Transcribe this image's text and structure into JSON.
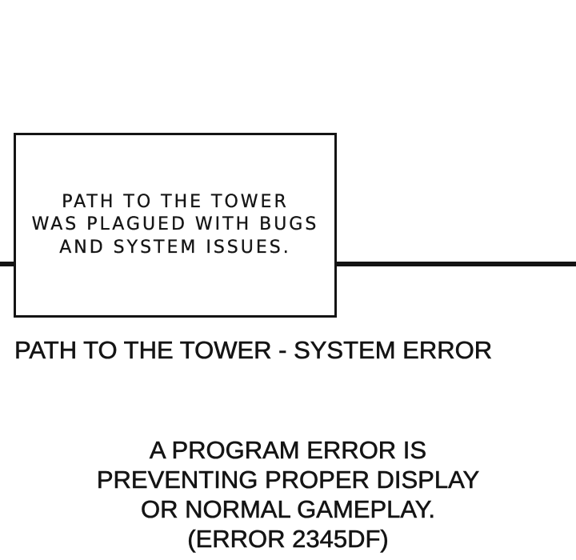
{
  "page": {
    "background_color": "#ffffff",
    "ink_color": "#141414"
  },
  "panel": {
    "narration_box": {
      "lines": [
        "PATH TO THE TOWER",
        "WAS PLAGUED WITH BUGS",
        "AND SYSTEM ISSUES."
      ]
    },
    "caption_title": "PATH TO THE TOWER - SYSTEM ERROR",
    "error_message": {
      "lines": [
        "A PROGRAM ERROR IS",
        "PREVENTING PROPER DISPLAY",
        "OR NORMAL GAMEPLAY.",
        "(ERROR 2345DF)"
      ],
      "error_code": "2345DF"
    }
  }
}
